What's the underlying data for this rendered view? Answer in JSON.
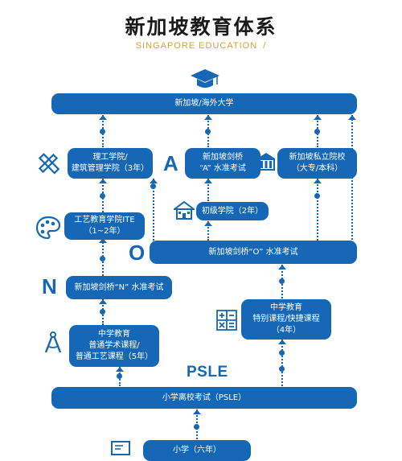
{
  "header": {
    "title": "新加坡教育体系",
    "subtitle": "SINGAPORE EDUCATION",
    "subtitle_mark": "/"
  },
  "nodes": {
    "university": "新加坡/海外大学",
    "polytechnic": [
      "理工学院/",
      "建筑管理学院（3年）"
    ],
    "a_level": [
      "新加坡剑桥",
      "“A” 水准考试"
    ],
    "private_college": [
      "新加坡私立院校",
      "（大专/本科）"
    ],
    "junior_college": "初级学院（2年）",
    "ite": [
      "工艺教育学院ITE",
      "（1~2年）"
    ],
    "o_level": "新加坡剑桥“O” 水准考试",
    "n_level": "新加坡剑桥“N” 水准考试",
    "special_course": [
      "中学教育",
      "特别课程/快捷课程",
      "（4年）"
    ],
    "normal_course": [
      "中学教育",
      "普通学术课程/",
      "普通工艺课程（5年）"
    ],
    "psle": "小学离校考试（PSLE）",
    "primary": "小学（六年）"
  },
  "labels": {
    "a": "A",
    "o": "O",
    "n": "N",
    "psle": "PSLE"
  },
  "colors": {
    "primary": "#1667b5",
    "subtitle": "#d6a23a",
    "title": "#1b1b1b"
  },
  "icons": [
    "graduation-cap-icon",
    "ruler-pencil-icon",
    "palette-icon",
    "building-icon",
    "school-house-icon",
    "calculator-icon",
    "compass-icon",
    "blackboard-icon"
  ]
}
